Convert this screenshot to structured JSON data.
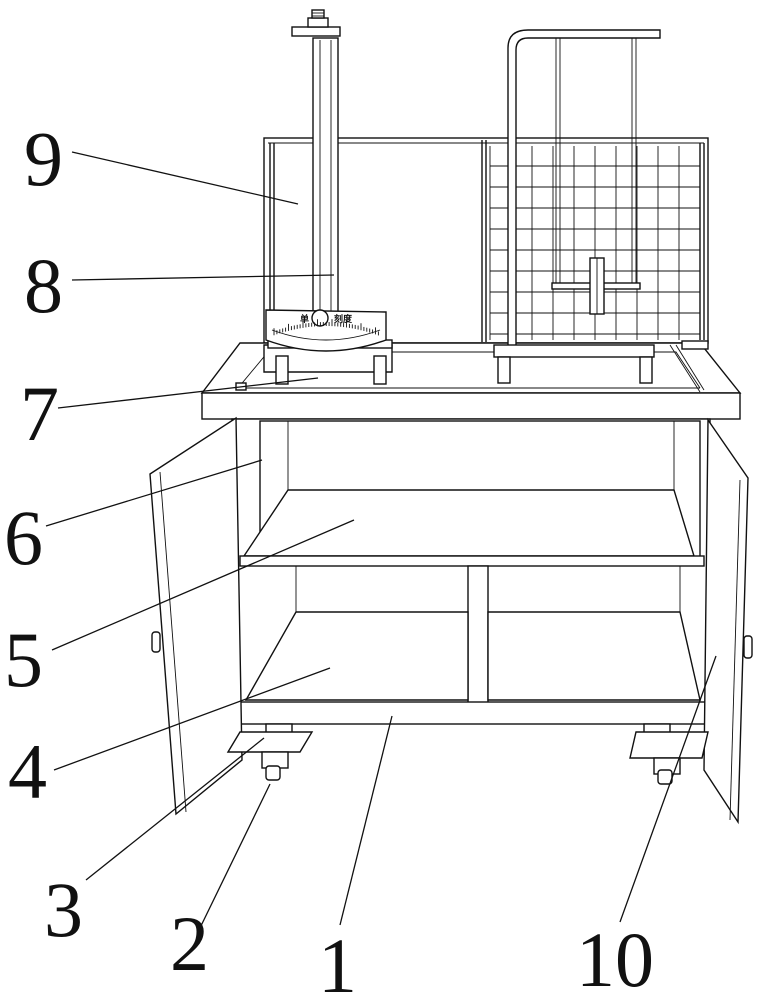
{
  "labels": [
    {
      "id": "1",
      "text": "1",
      "part": "base-frame"
    },
    {
      "id": "2",
      "text": "2",
      "part": "caster-wheel"
    },
    {
      "id": "3",
      "text": "3",
      "part": "wheel-mount-plate"
    },
    {
      "id": "4",
      "text": "4",
      "part": "lower-shelf"
    },
    {
      "id": "5",
      "text": "5",
      "part": "middle-shelf"
    },
    {
      "id": "6",
      "text": "6",
      "part": "left-door"
    },
    {
      "id": "7",
      "text": "7",
      "part": "work-top"
    },
    {
      "id": "8",
      "text": "8",
      "part": "measuring-column"
    },
    {
      "id": "9",
      "text": "9",
      "part": "back-board"
    },
    {
      "id": "10",
      "text": "10",
      "part": "right-door"
    }
  ],
  "gauge": {
    "left_mark": "单",
    "right_mark": "刻度"
  },
  "colors": {
    "line": "#111111",
    "background": "#ffffff"
  }
}
